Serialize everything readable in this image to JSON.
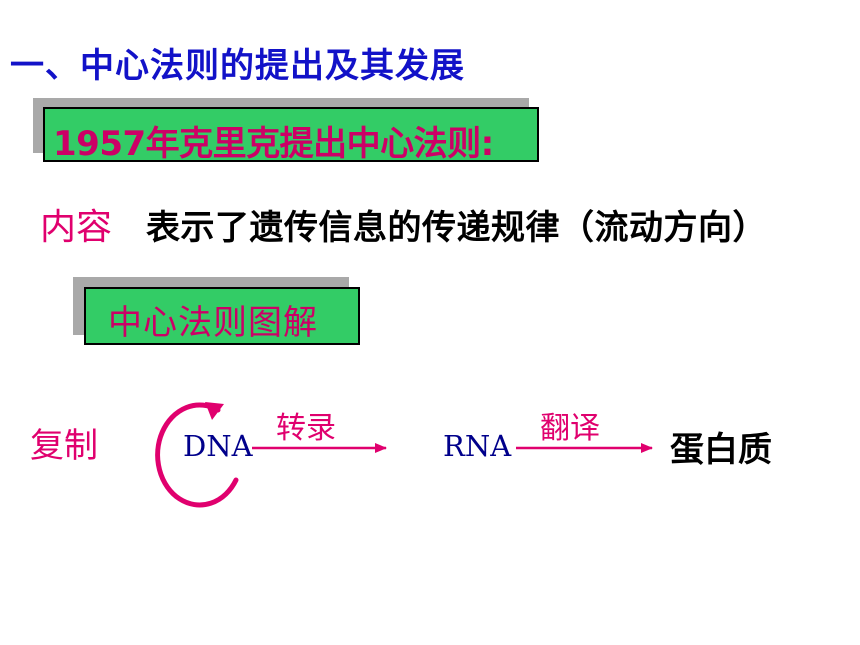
{
  "heading": "一、中心法则的提出及其发展",
  "banner_year": "1957年克里克提出中心法则:",
  "content": {
    "label": "内容",
    "text": "表示了遗传信息的传递规律（流动方向）"
  },
  "diagram_banner": "中心法则图解",
  "diagram": {
    "replication": "复制",
    "dna": "DNA",
    "transcription": "转录",
    "rna": "RNA",
    "translation": "翻译",
    "protein": "蛋白质"
  },
  "colors": {
    "heading": "#1212c8",
    "box_fill": "#33cc66",
    "magenta": "#e0006e",
    "molecule": "#00008b"
  }
}
